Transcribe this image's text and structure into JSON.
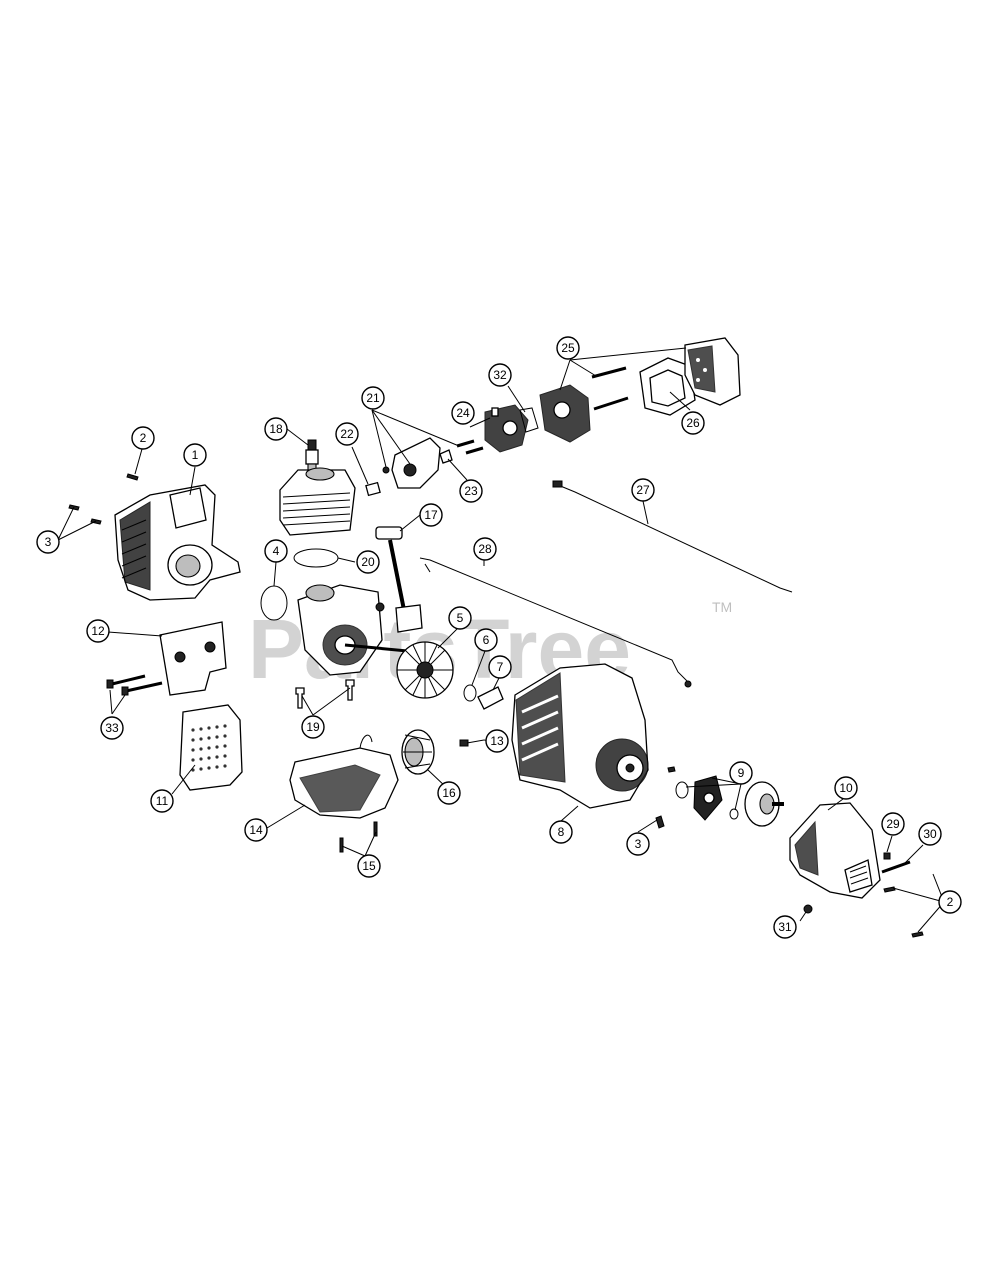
{
  "watermark": {
    "text": "PartsTree",
    "tm": "TM"
  },
  "callouts": [
    {
      "id": "c1",
      "label": "1"
    },
    {
      "id": "c2a",
      "label": "2"
    },
    {
      "id": "c2b",
      "label": "2"
    },
    {
      "id": "c3a",
      "label": "3"
    },
    {
      "id": "c3b",
      "label": "3"
    },
    {
      "id": "c4",
      "label": "4"
    },
    {
      "id": "c5",
      "label": "5"
    },
    {
      "id": "c6",
      "label": "6"
    },
    {
      "id": "c7",
      "label": "7"
    },
    {
      "id": "c8",
      "label": "8"
    },
    {
      "id": "c9",
      "label": "9"
    },
    {
      "id": "c10",
      "label": "10"
    },
    {
      "id": "c11",
      "label": "11"
    },
    {
      "id": "c12",
      "label": "12"
    },
    {
      "id": "c13",
      "label": "13"
    },
    {
      "id": "c14",
      "label": "14"
    },
    {
      "id": "c15",
      "label": "15"
    },
    {
      "id": "c16",
      "label": "16"
    },
    {
      "id": "c17",
      "label": "17"
    },
    {
      "id": "c18",
      "label": "18"
    },
    {
      "id": "c19",
      "label": "19"
    },
    {
      "id": "c20",
      "label": "20"
    },
    {
      "id": "c21",
      "label": "21"
    },
    {
      "id": "c22",
      "label": "22"
    },
    {
      "id": "c23",
      "label": "23"
    },
    {
      "id": "c24",
      "label": "24"
    },
    {
      "id": "c25",
      "label": "25"
    },
    {
      "id": "c26",
      "label": "26"
    },
    {
      "id": "c27",
      "label": "27"
    },
    {
      "id": "c28",
      "label": "28"
    },
    {
      "id": "c29",
      "label": "29"
    },
    {
      "id": "c30",
      "label": "30"
    },
    {
      "id": "c31",
      "label": "31"
    },
    {
      "id": "c32",
      "label": "32"
    },
    {
      "id": "c33",
      "label": "33"
    }
  ]
}
